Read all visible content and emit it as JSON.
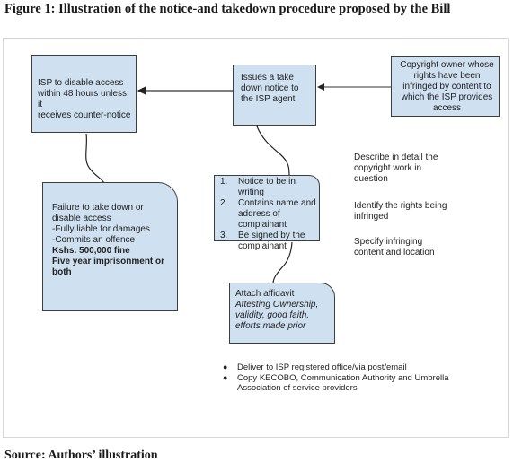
{
  "figure_title": "Figure 1: Illustration of the notice-and takedown procedure proposed by the Bill",
  "boxes": {
    "isp_disable": {
      "lines": [
        "ISP to disable access",
        "within 48 hours unless it",
        "receives counter-notice"
      ]
    },
    "issue_notice": {
      "lines": [
        "Issues a take",
        "down notice to",
        "the ISP agent"
      ]
    },
    "copyright_owner": {
      "lines": [
        "Copyright owner whose",
        "rights have been",
        "infringed by content to",
        "which the ISP provides",
        "access"
      ]
    },
    "failure": {
      "lines": [
        "Failure to take down or",
        "disable access",
        "-Fully liable for damages",
        "-Commits an offence"
      ],
      "fine": "Kshs. 500,000 fine",
      "imprisonment": [
        "Five year imprisonment or",
        "both"
      ]
    },
    "notice_requirements": {
      "items": [
        {
          "num": "1.",
          "text": "Notice to be in writing"
        },
        {
          "num": "2.",
          "text": "Contains name and address of complainant"
        },
        {
          "num": "3.",
          "text": "Be signed by the complainant"
        }
      ]
    },
    "affidavit": {
      "title": "Attach affidavit",
      "detail": [
        "Attesting Ownership,",
        "validity, good faith,",
        "efforts made prior"
      ]
    }
  },
  "notes": {
    "describe": [
      "Describe in detail the",
      "copyright work in",
      "question"
    ],
    "identify": [
      "Identify the rights being",
      "infringed"
    ],
    "specify": [
      "Specify infringing",
      "content and location"
    ]
  },
  "bullets": [
    "Deliver to ISP registered office/via post/email",
    "Copy KECOBO, Communication Authority and Umbrella Association of service providers"
  ],
  "source": "Source: Authors’ illustration",
  "colors": {
    "box_fill": "#cfe0f0",
    "box_border": "#3d3d3d",
    "connector": "#222222"
  }
}
